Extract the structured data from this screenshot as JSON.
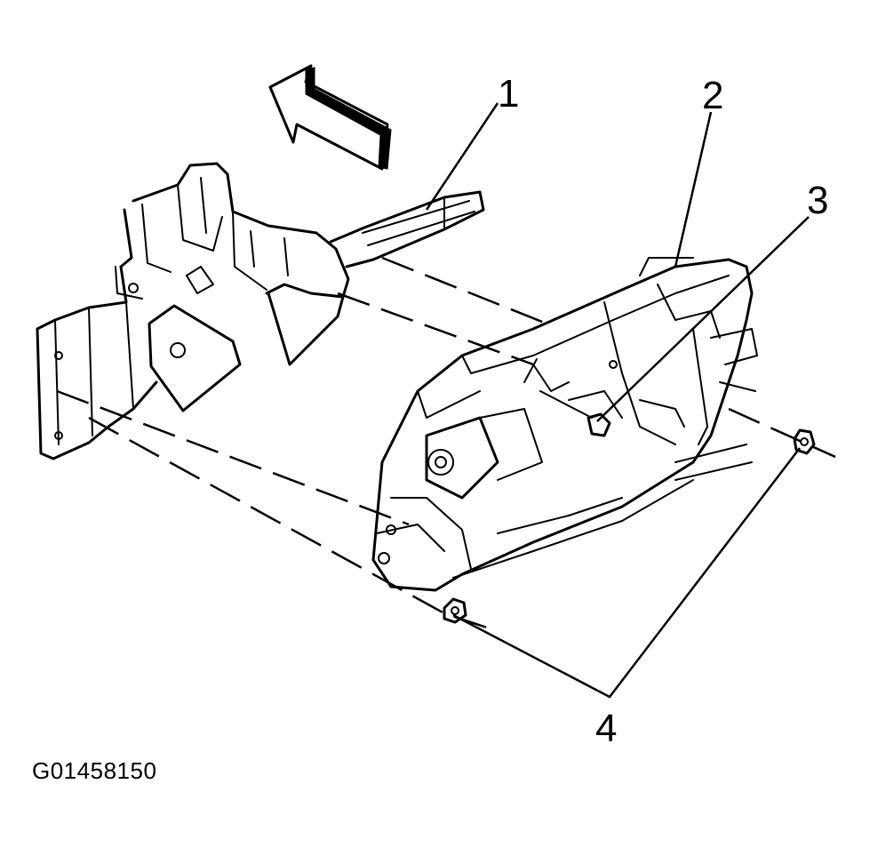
{
  "callouts": {
    "c1": "1",
    "c2": "2",
    "c3": "3",
    "c4": "4"
  },
  "figure_id": "G01458150",
  "colors": {
    "ink": "#000000",
    "background": "#ffffff"
  },
  "icons": {
    "direction": "front-direction-arrow-icon"
  }
}
